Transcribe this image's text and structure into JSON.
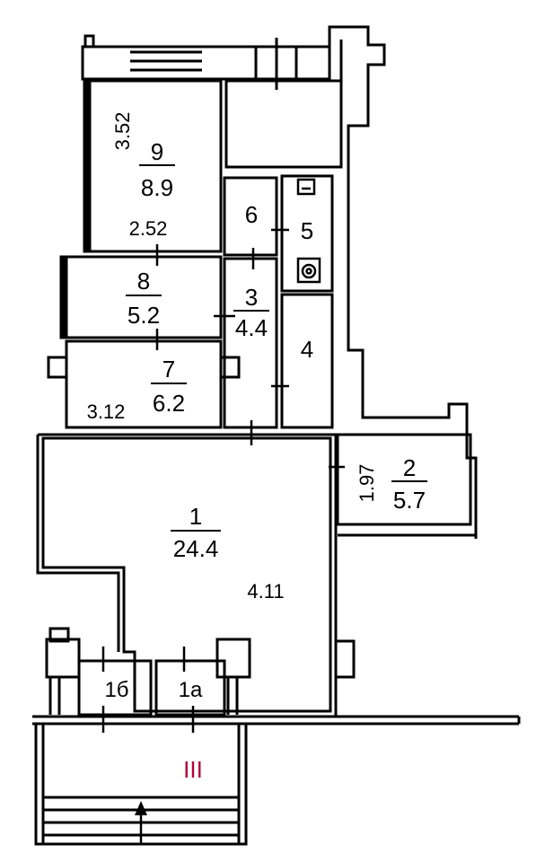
{
  "rooms": [
    {
      "number": "9",
      "area": "8.9"
    },
    {
      "number": "8",
      "area": "5.2"
    },
    {
      "number": "7",
      "area": "6.2"
    },
    {
      "number": "6"
    },
    {
      "number": "5"
    },
    {
      "number": "3",
      "area": "4.4"
    },
    {
      "number": "4"
    },
    {
      "number": "2",
      "area": "5.7"
    },
    {
      "number": "1",
      "area": "24.4"
    },
    {
      "number": "1б"
    },
    {
      "number": "1а"
    }
  ],
  "dimensions": {
    "room9_height": "3.52",
    "room9_width": "2.52",
    "room7_width": "3.12",
    "room2_height": "1.97",
    "room1_width": "4.11"
  },
  "section_mark": "III",
  "colors": {
    "wall": "#000000",
    "section_mark": "#b0003a"
  }
}
